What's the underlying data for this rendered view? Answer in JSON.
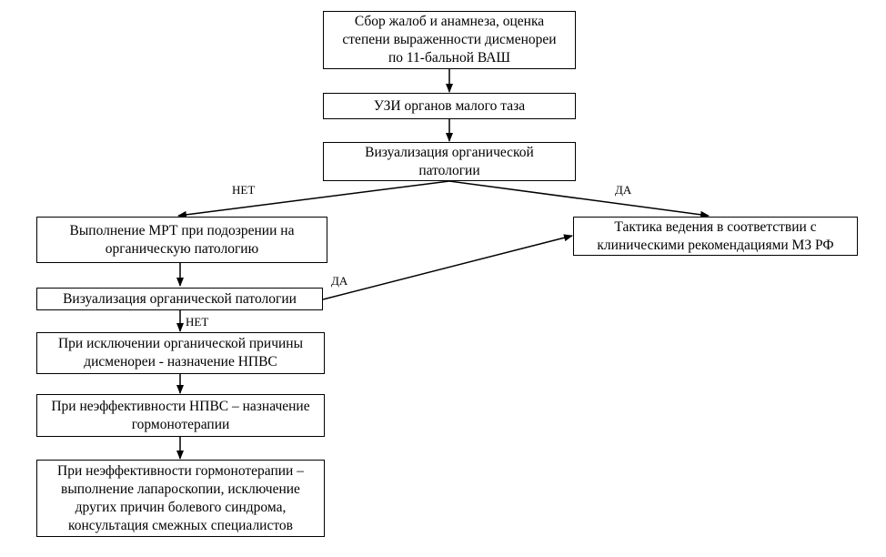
{
  "nodes": {
    "complaints": "Сбор жалоб и анамнеза, оценка\nстепени выраженности дисменореи\nпо 11-бальной ВАШ",
    "ultrasound": "УЗИ органов малого таза",
    "visualization1": "Визуализация органической\nпатологии",
    "mri": "Выполнение МРТ при подозрении на\nорганическую патологию",
    "tactics": "Тактика ведения в соответствии с\nклиническими рекомендациями МЗ РФ",
    "visualization2": "Визуализация органической патологии",
    "nsaid": "При исключении органической причины\nдисменореи - назначение НПВС",
    "hormone": "При неэффективности НПВС – назначение\nгормонотерапии",
    "laparoscopy": "При неэффективности гормонотерапии –\nвыполнение лапароскопии, исключение\nдругих причин болевого синдрома,\nконсультация смежных специалистов"
  },
  "labels": {
    "no_top": "НЕТ",
    "yes_top": "ДА",
    "yes_mid": "ДА",
    "no_mid": "НЕТ"
  }
}
